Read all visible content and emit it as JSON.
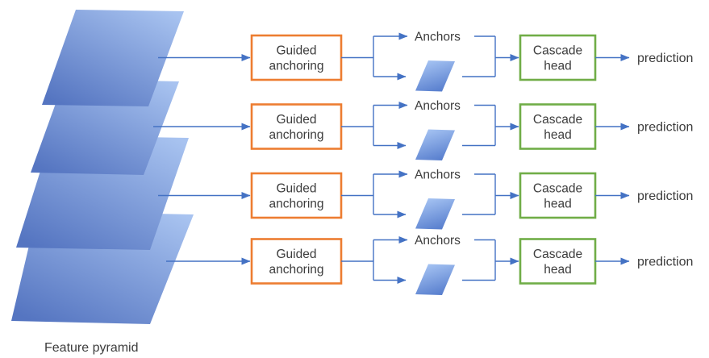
{
  "diagram": {
    "caption": "Feature pyramid",
    "colors": {
      "connector_blue": "#4472C4",
      "guided_box_border": "#ED7D31",
      "cascade_box_border": "#70AD47",
      "plane_gradient_light": "#A8C3F0",
      "plane_gradient_dark": "#5575C1",
      "text": "#3D3D3D"
    },
    "feature_pyramid": {
      "label": "Feature pyramid",
      "plane_count": 4
    },
    "rows": [
      {
        "guided_box": {
          "line1": "Guided",
          "line2": "anchoring"
        },
        "anchors_label": "Anchors",
        "cascade_box": {
          "line1": "Cascade",
          "line2": "head"
        },
        "prediction_label": "prediction"
      },
      {
        "guided_box": {
          "line1": "Guided",
          "line2": "anchoring"
        },
        "anchors_label": "Anchors",
        "cascade_box": {
          "line1": "Cascade",
          "line2": "head"
        },
        "prediction_label": "prediction"
      },
      {
        "guided_box": {
          "line1": "Guided",
          "line2": "anchoring"
        },
        "anchors_label": "Anchors",
        "cascade_box": {
          "line1": "Cascade",
          "line2": "head"
        },
        "prediction_label": "prediction"
      },
      {
        "guided_box": {
          "line1": "Guided",
          "line2": "anchoring"
        },
        "anchors_label": "Anchors",
        "cascade_box": {
          "line1": "Cascade",
          "line2": "head"
        },
        "prediction_label": "prediction"
      }
    ]
  }
}
